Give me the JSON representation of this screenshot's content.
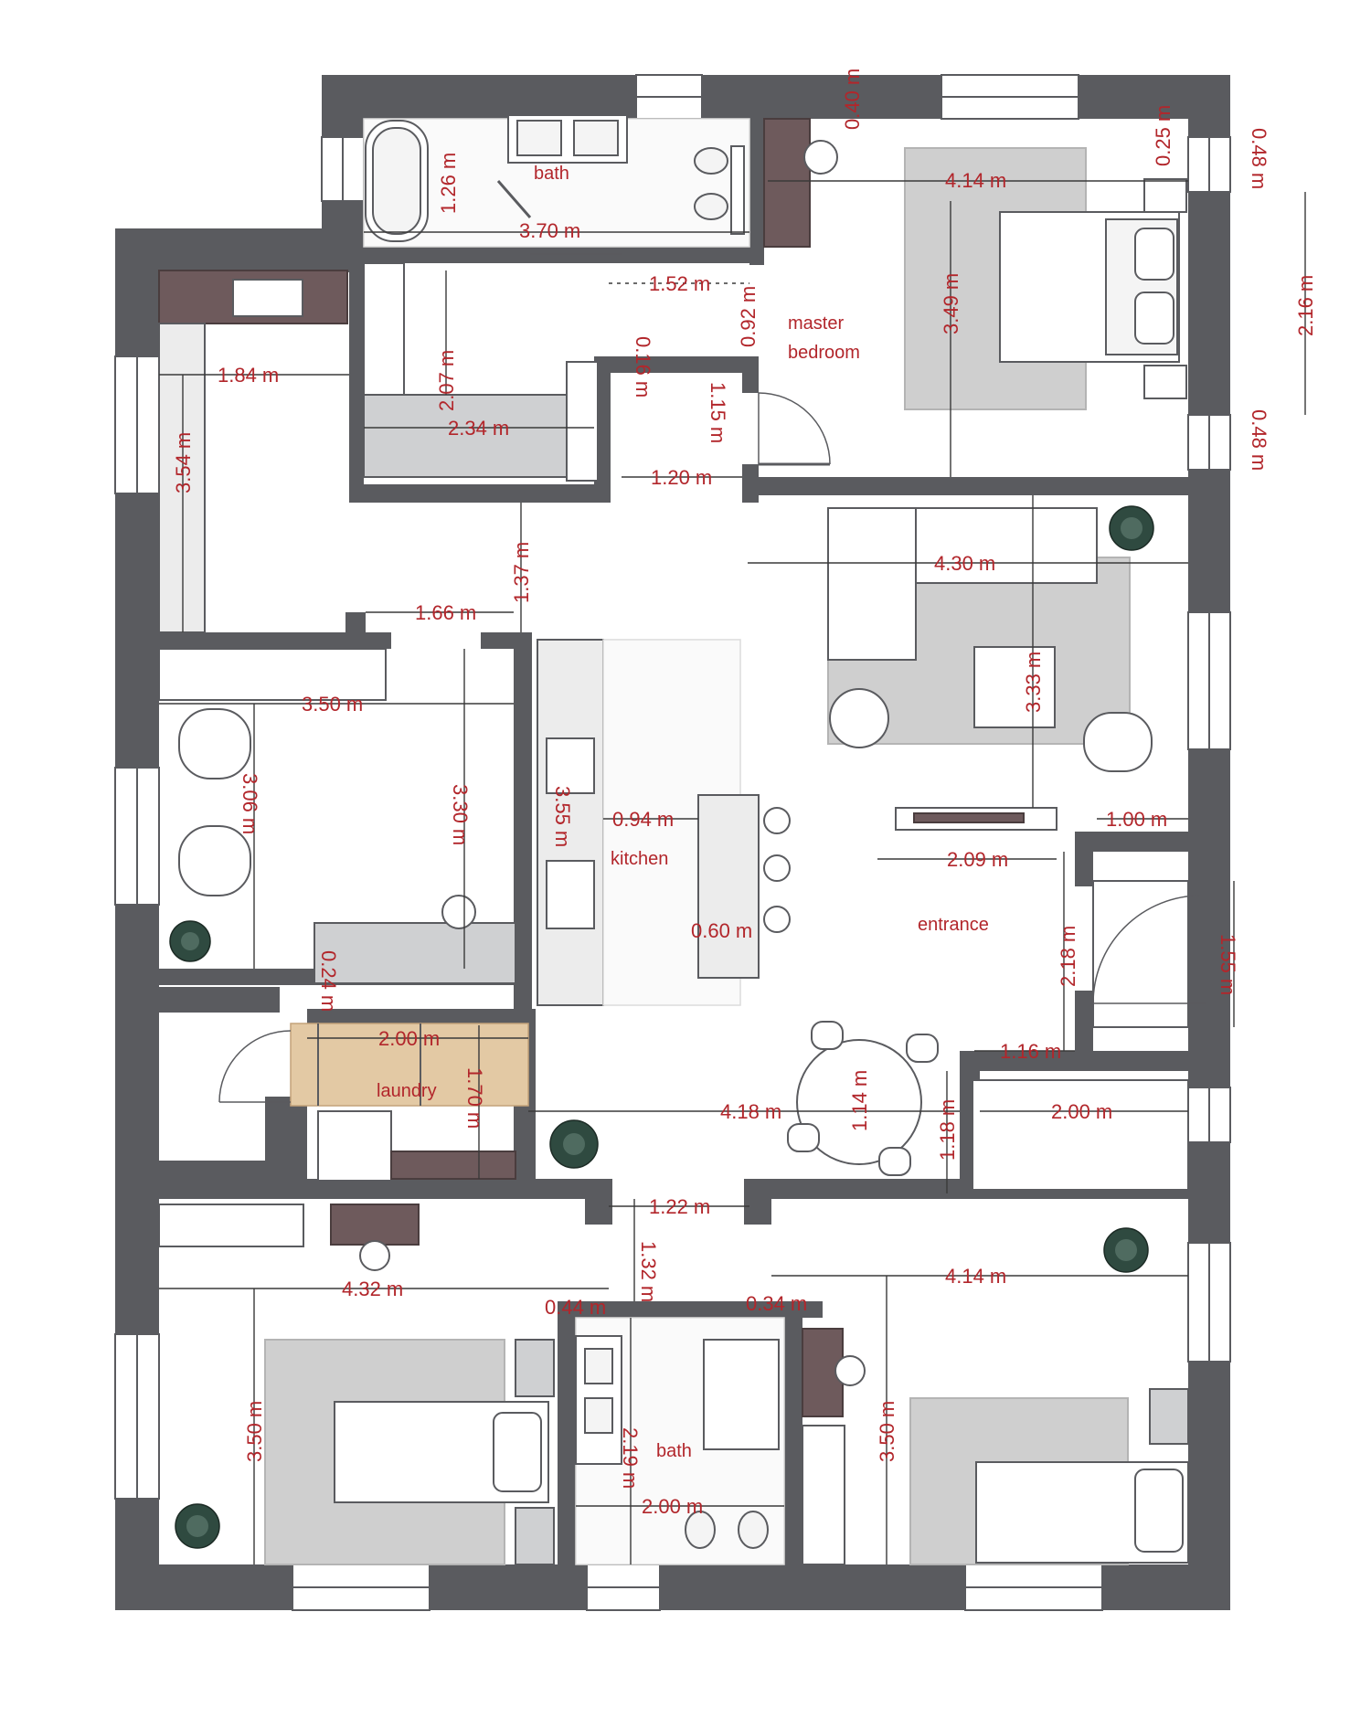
{
  "rooms": {
    "bath_top": "bath",
    "master_line1": "master",
    "master_line2": "bedroom",
    "kitchen": "kitchen",
    "entrance": "entrance",
    "laundry": "laundry",
    "bath_bottom": "bath"
  },
  "dimensions": [
    {
      "id": "d1",
      "text": "0.40 m"
    },
    {
      "id": "d2",
      "text": "0.25 m"
    },
    {
      "id": "d3",
      "text": "0.48 m"
    },
    {
      "id": "d4",
      "text": "4.14 m"
    },
    {
      "id": "d5",
      "text": "1.26 m"
    },
    {
      "id": "d6",
      "text": "3.70 m"
    },
    {
      "id": "d7",
      "text": "1.52 m"
    },
    {
      "id": "d8",
      "text": "0.92 m"
    },
    {
      "id": "d9",
      "text": "3.49 m"
    },
    {
      "id": "d10",
      "text": "2.16 m"
    },
    {
      "id": "d11",
      "text": "1.84 m"
    },
    {
      "id": "d12",
      "text": "2.07 m"
    },
    {
      "id": "d13",
      "text": "0.16 m"
    },
    {
      "id": "d14",
      "text": "2.34 m"
    },
    {
      "id": "d15",
      "text": "1.15 m"
    },
    {
      "id": "d16",
      "text": "0.48 m"
    },
    {
      "id": "d17",
      "text": "3.54 m"
    },
    {
      "id": "d18",
      "text": "1.20 m"
    },
    {
      "id": "d19",
      "text": "1.37 m"
    },
    {
      "id": "d20",
      "text": "4.30 m"
    },
    {
      "id": "d21",
      "text": "1.66 m"
    },
    {
      "id": "d22",
      "text": "3.33 m"
    },
    {
      "id": "d23",
      "text": "3.50 m"
    },
    {
      "id": "d24",
      "text": "3.06 m"
    },
    {
      "id": "d25",
      "text": "3.30 m"
    },
    {
      "id": "d26",
      "text": "3.55 m"
    },
    {
      "id": "d27",
      "text": "0.94 m"
    },
    {
      "id": "d28",
      "text": "1.00 m"
    },
    {
      "id": "d29",
      "text": "2.09 m"
    },
    {
      "id": "d30",
      "text": "0.60 m"
    },
    {
      "id": "d31",
      "text": "2.18 m"
    },
    {
      "id": "d32",
      "text": "1.55 m"
    },
    {
      "id": "d33",
      "text": "0.24 m"
    },
    {
      "id": "d34",
      "text": "2.00 m"
    },
    {
      "id": "d35",
      "text": "1.16 m"
    },
    {
      "id": "d36",
      "text": "1.70 m"
    },
    {
      "id": "d37",
      "text": "4.18 m"
    },
    {
      "id": "d38",
      "text": "1.14 m"
    },
    {
      "id": "d39",
      "text": "1.18 m"
    },
    {
      "id": "d40",
      "text": "2.00 m"
    },
    {
      "id": "d41",
      "text": "1.22 m"
    },
    {
      "id": "d42",
      "text": "1.32 m"
    },
    {
      "id": "d43",
      "text": "4.32 m"
    },
    {
      "id": "d44",
      "text": "4.14 m"
    },
    {
      "id": "d45",
      "text": "0.44 m"
    },
    {
      "id": "d46",
      "text": "0.34 m"
    },
    {
      "id": "d47",
      "text": "3.50 m"
    },
    {
      "id": "d48",
      "text": "3.50 m"
    },
    {
      "id": "d49",
      "text": "2.19 m"
    },
    {
      "id": "d50",
      "text": "2.00 m"
    }
  ],
  "icons": [
    "plant-icon",
    "bathtub-icon",
    "sink-icon",
    "toilet-icon",
    "bed-icon",
    "sofa-icon",
    "armchair-icon",
    "stove-icon",
    "washing-machine-icon",
    "shower-icon",
    "dining-table-icon",
    "fireplace-icon"
  ],
  "colors": {
    "wall": "#5a5b5f",
    "dimension_text": "#b2262b",
    "accent_wood": "#e3c9a4",
    "dark_cabinet": "#6e5a5c"
  }
}
